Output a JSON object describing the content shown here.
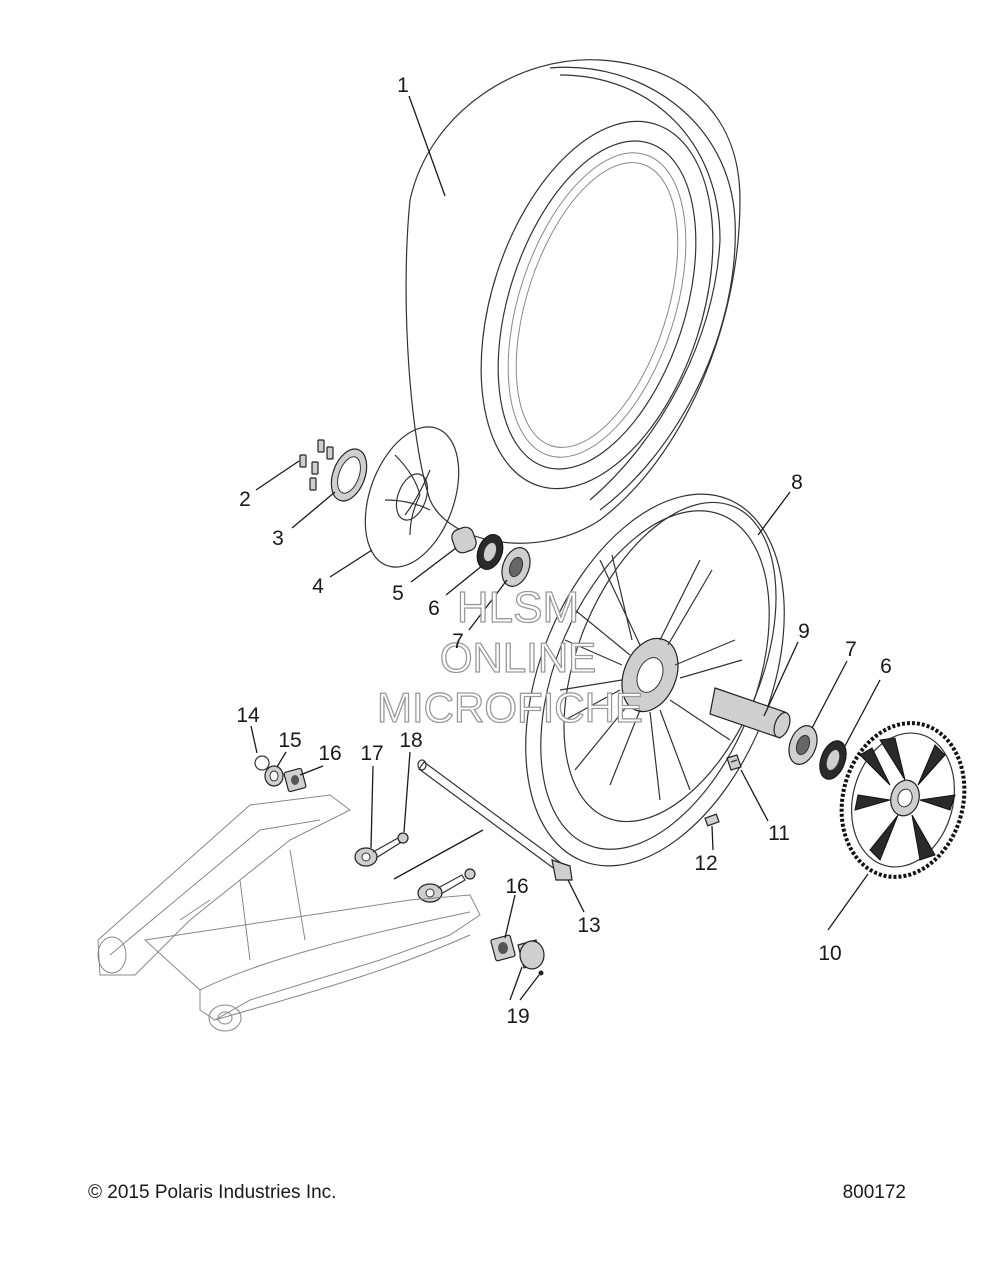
{
  "callouts": [
    {
      "id": "c1",
      "label": "1"
    },
    {
      "id": "c2",
      "label": "2"
    },
    {
      "id": "c3",
      "label": "3"
    },
    {
      "id": "c4",
      "label": "4"
    },
    {
      "id": "c5",
      "label": "5"
    },
    {
      "id": "c6a",
      "label": "6"
    },
    {
      "id": "c7a",
      "label": "7"
    },
    {
      "id": "c8",
      "label": "8"
    },
    {
      "id": "c9",
      "label": "9"
    },
    {
      "id": "c7b",
      "label": "7"
    },
    {
      "id": "c6b",
      "label": "6"
    },
    {
      "id": "c10",
      "label": "10"
    },
    {
      "id": "c11",
      "label": "11"
    },
    {
      "id": "c12",
      "label": "12"
    },
    {
      "id": "c13",
      "label": "13"
    },
    {
      "id": "c14",
      "label": "14"
    },
    {
      "id": "c15",
      "label": "15"
    },
    {
      "id": "c16a",
      "label": "16"
    },
    {
      "id": "c17",
      "label": "17"
    },
    {
      "id": "c18",
      "label": "18"
    },
    {
      "id": "c16b",
      "label": "16"
    },
    {
      "id": "c19",
      "label": "19"
    }
  ],
  "watermark": {
    "line1": "HLSM",
    "line2": "ONLINE",
    "line3": "MICROFICHE"
  },
  "footer": {
    "copyright": "© 2015 Polaris Industries Inc.",
    "diagram_number": "800172"
  }
}
